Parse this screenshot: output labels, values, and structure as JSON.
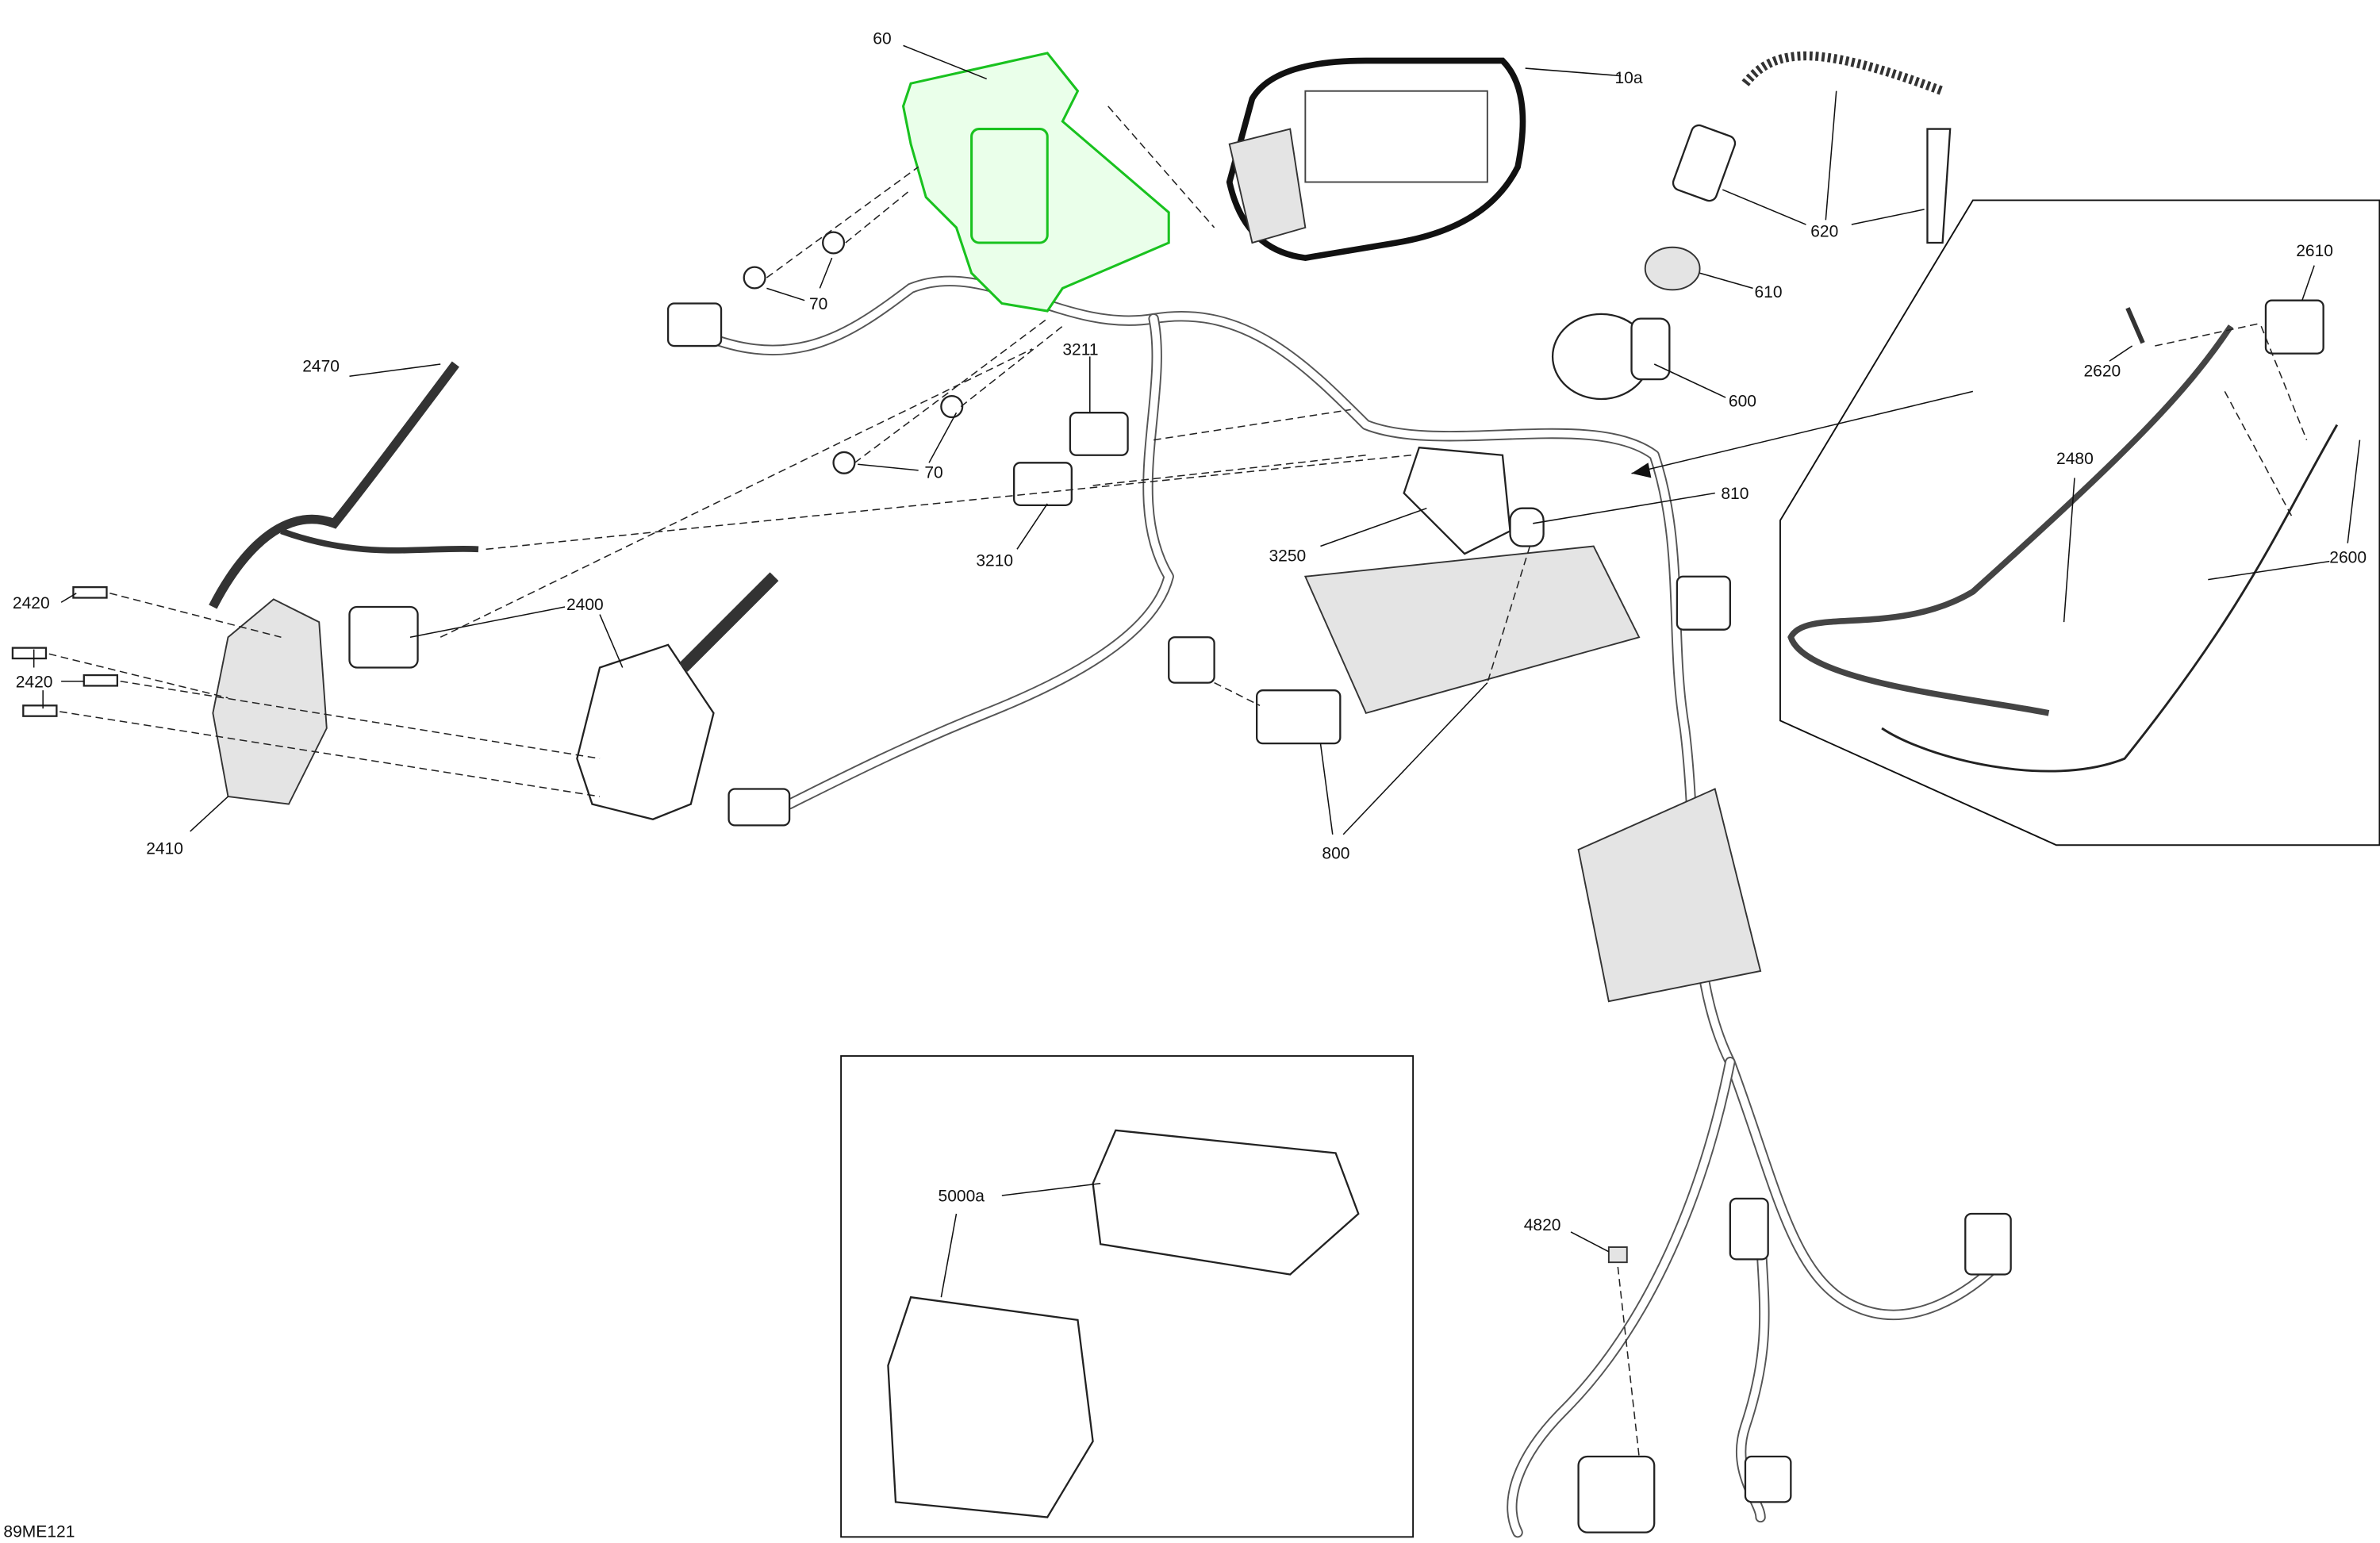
{
  "diagram_id": "89ME121",
  "highlight_color": "#19c21f",
  "callouts": {
    "bracket": "60",
    "display": "10a",
    "dess_key": "620",
    "nut": "610",
    "key_receptacle": "600",
    "washer_a": "70",
    "washer_b": "70",
    "cable_2470": "2470",
    "connector_3211": "3211",
    "connector_3210": "3210",
    "switch_3250": "3250",
    "cap_810": "810",
    "connector_800": "800",
    "screw_a": "2420",
    "screw_b": "2420",
    "switch_housing": "2400",
    "housing_cover": "2410",
    "module_2610": "2610",
    "pin_2620": "2620",
    "cable_2480": "2480",
    "harness_2600": "2600",
    "ecm": "5000a",
    "nut_4820": "4820"
  }
}
